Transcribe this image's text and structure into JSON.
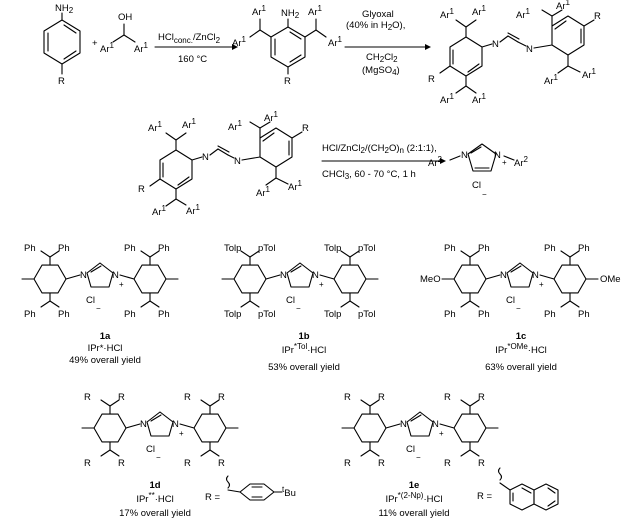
{
  "scheme": {
    "reagent_amine_sub": "R",
    "reagent_alcohol": {
      "oh": "OH",
      "ar_left": "Ar",
      "ar_right": "Ar",
      "sup": "1"
    },
    "step1": {
      "line1": "HCl",
      "line1_sub": "conc.",
      "line1_rest": "/ZnCl",
      "line1_sub2": "2",
      "temp": "160 °C"
    },
    "step2": {
      "line1": "Glyoxal",
      "line2": "(40% in H",
      "line2_sub": "2",
      "line2_end": "O),",
      "line3": "CH",
      "line3_sub": "2",
      "line3_end": "Cl",
      "line3_sub2": "2",
      "line4": "(MgSO",
      "line4_sub": "4",
      "line4_end": ")"
    },
    "step3": {
      "line1": "HCl/ZnCl",
      "line1_sub": "2",
      "line1_mid": "/(CH",
      "line1_sub2": "2",
      "line1_mid2": "O)",
      "line1_sub3": "n",
      "line1_end": " (2:1:1),",
      "line2": "CHCl",
      "line2_sub": "3",
      "line2_end": ", 60 - 70 °C, 1 h"
    },
    "product": {
      "ar_left": "Ar",
      "ar_right": "Ar",
      "sup": "2",
      "counter": "Cl",
      "charge": "−",
      "plus": "+"
    },
    "atom_labels": {
      "nh2": "NH",
      "nh2_sub": "2",
      "ar": "Ar",
      "ar_sup": "1",
      "r": "R",
      "n": "N"
    }
  },
  "compounds": [
    {
      "id": "1a",
      "name": "IPr*·HCl",
      "name_sup": "",
      "yield": "49% overall yield",
      "sub": "Ph",
      "para": ""
    },
    {
      "id": "1b",
      "name": "IPr",
      "name_sup": "*Tol",
      "name_end": "·HCl",
      "yield": "53% overall yield",
      "sub_a": "Tolp",
      "sub_b": "pTol",
      "para": ""
    },
    {
      "id": "1c",
      "name": "IPr",
      "name_sup": "*OMe",
      "name_end": "·HCl",
      "yield": "63% overall yield",
      "sub": "Ph",
      "para": "OMe",
      "para_left": "MeO"
    },
    {
      "id": "1d",
      "name": "IPr",
      "name_sup": "**",
      "name_end": "·HCl",
      "yield": "17% overall yield",
      "sub": "R",
      "r_def": "R =",
      "tbu": "Bu",
      "tbu_sup": "t"
    },
    {
      "id": "1e",
      "name": "IPr",
      "name_sup": "*(2-Np)",
      "name_end": "·HCl",
      "yield": "11% overall yield",
      "sub": "R",
      "r_def": "R ="
    }
  ],
  "common": {
    "cl": "Cl",
    "minus": "−",
    "plus": "+",
    "n": "N"
  }
}
